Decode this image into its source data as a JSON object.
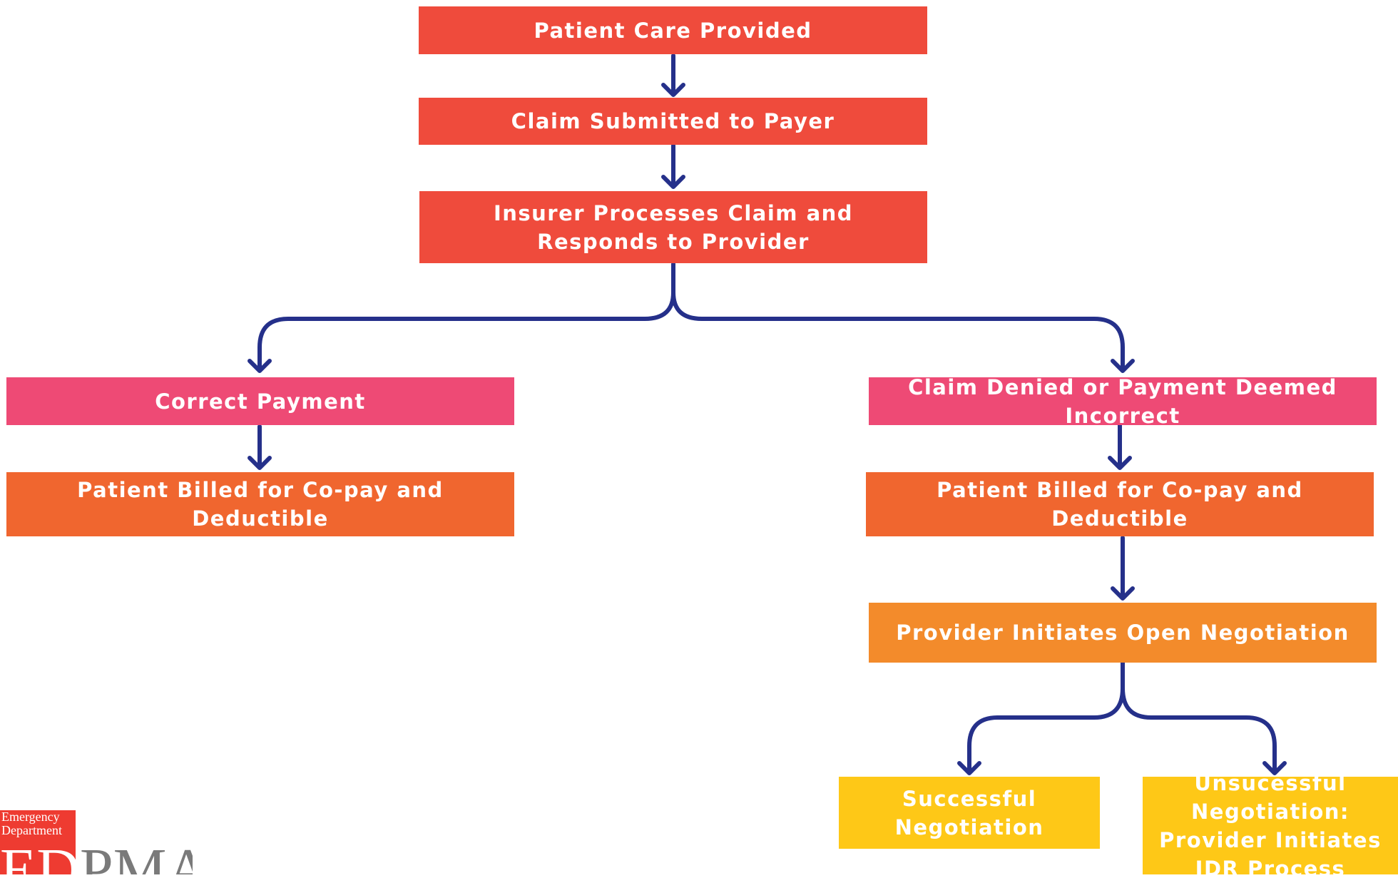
{
  "nodes": {
    "patient_care": "Patient Care Provided",
    "claim_submitted": "Claim Submitted to Payer",
    "insurer_processes": "Insurer Processes Claim and Responds to Provider",
    "correct_payment": "Correct Payment",
    "claim_denied": "Claim Denied or Payment Deemed Incorrect",
    "patient_billed_left": "Patient Billed for Co-pay and Deductible",
    "patient_billed_right": "Patient Billed for Co-pay and Deductible",
    "open_negotiation": "Provider Initiates Open Negotiation",
    "successful_negotiation": "Successful Negotiation",
    "unsuccessful_negotiation": "Unsucessful Negotiation: Provider Initiates IDR Process"
  },
  "logo": {
    "line1": "Emergency",
    "line2": "Department",
    "big_ed": "ED",
    "big_pma": "PMA"
  },
  "colors": {
    "red": "#ef4b3c",
    "pink": "#ee4a75",
    "orange": "#f0662f",
    "amber": "#f38b2b",
    "yellow": "#fec817",
    "connector": "#25308a"
  }
}
